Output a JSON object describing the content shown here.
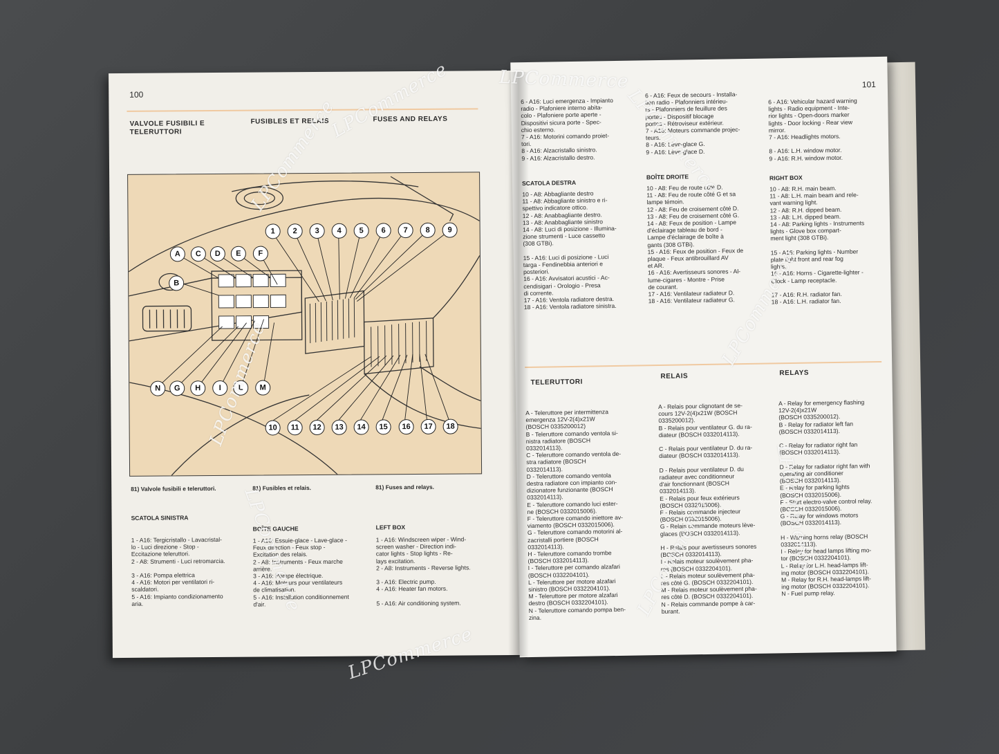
{
  "watermark": "LPCommerce",
  "left_page": {
    "page_number": "100",
    "headers": [
      "Valvole fusibili e teleruttori",
      "Fusibles et relais",
      "Fuses and relays"
    ],
    "figure": {
      "letters": [
        "A",
        "C",
        "D",
        "E",
        "F",
        "B",
        "N",
        "G",
        "H",
        "I",
        "L",
        "M"
      ],
      "numbers_top": [
        "1",
        "2",
        "3",
        "4",
        "5",
        "6",
        "7",
        "8",
        "9"
      ],
      "numbers_bottom": [
        "10",
        "11",
        "12",
        "13",
        "14",
        "15",
        "16",
        "17",
        "18"
      ]
    },
    "captions": [
      "81) Valvole fusibili e teleruttori.",
      "81) Fusibles et relais.",
      "81) Fuses and relays."
    ],
    "subheads": [
      "Scatola sinistra",
      "Boîte gauche",
      "Left box"
    ],
    "col_it": "1 - A16: Tergicristallo - Lavacristal-\n      lo - Luci direzione - Stop -\n      Eccitazione teleruttori.\n2 - A8: Strumenti - Luci retromarcia.\n\n3 - A16: Pompa elettrica\n4 - A16: Motori per ventilatori ri-\n      scaldatori.\n5 - A16: Impianto condizionamento\n      aria.",
    "col_fr": "1 - A16: Essuie-glace - Lave-glace -\n      Feux direction - Feux stop -\n      Excitation des relais.\n2 - A8: Instruments - Feux marche\n      arrière.\n3 - A16: Pompe électrique.\n4 - A16: Moteurs pour ventilateurs\n      de climatisation.\n5 - A16: Installation conditionnement\n      d'air.",
    "col_en": "1 - A16: Windscreen wiper - Wind-\n      screen washer - Direction indi-\n      cator lights - Stop lights - Re-\n      lays excitation.\n2 - A8: Instruments - Reverse lights.\n\n3 - A16: Electric pump.\n4 - A16: Heater fan motors.\n\n5 - A16: Air conditioning system."
  },
  "right_page": {
    "page_number": "101",
    "top_it": "6 - A16: Luci emergenza - Impianto\n      radio - Plafoniere interno abita-\n      colo - Plafoniere porte aperte -\n      Dispositivi sicura porte - Spec-\n      chio esterno.\n7 - A16: Motorini comando proiet-\n      tori.\n8 - A16: Alzacristallo sinistro.\n9 - A16: Alzacristallo destro.",
    "top_fr": "6 - A16: Feux de secours - Installa-\n      tion radio - Plafonniers intérieu-\n      rs - Plafonniers de feuillure des\n      portes - Dispositif blocage\n      portes - Rétroviseur extérieur.\n7 - A16: Moteurs commande projec-\n      teurs.\n8 - A16: Lève-glace G.\n9 - A16: Lève-glace D.",
    "top_en": "6 - A16: Vehicular hazard warning\n      lights - Radio equipment - Inte-\n      rior lights - Open-doors marker\n      lights - Door locking - Rear view\n      mirror.\n7 - A16: Headlights motors.\n\n8 - A16: L.H. window motor.\n9 - A16: R.H. window motor.",
    "subheads": [
      "Scatola destra",
      "Boîte droite",
      "Right box"
    ],
    "mid_it": "10 - A8: Abbagliante destro\n11 - A8: Abbagliante sinistro e ri-\n        spettivo indicatore ottico.\n12 - A8: Anabbagliante destro.\n13 - A8: Anabbagliante sinistro\n14 - A8: Luci di posizione - Illumina-\n        zione strumenti - Luce cassetto\n        (308 GTBi).\n\n15 - A16: Luci di posizione - Luci\n        targa - Fendinebbia anteriori e\n        posteriori.\n16 - A16: Avvisatori acustici - Ac-\n        cendisigari - Orologio - Presa\n        di corrente.\n17 - A16: Ventola radiatore destra.\n18 - A16: Ventola radiatore sinistra.",
    "mid_fr": "10 - A8: Feu de route côté D.\n11 - A8: Feu de route côté G et sa\n        lampe témoin.\n12 - A8: Feu de croisement côté D.\n13 - A8: Feu de croisement côté G.\n14 - A8: Feux de position - Lampe\n        d'éclairage tableau de bord -\n        Lampe d'éclairage de boîte à\n        gants (308 GTBi).\n15 - A16: Feux de position - Feux de\n        plaque - Feux antibrouillard AV\n        et AR.\n16 - A16: Avertisseurs sonores - Al-\n        lume-cigares - Montre - Prise\n        de courant.\n17 - A16: Ventilateur radiateur D.\n18 - A16: Ventilateur radiateur G.",
    "mid_en": "10 - A8: R.H. main beam.\n11 - A8: L.H. main beam and rele-\n        vant warning light.\n12 - A8: R.H. dipped beam.\n13 - A8: L.H. dipped beam.\n14 - A8: Parking lights - Instruments\n        lights - Glove box compart-\n        ment light (308 GTBi).\n\n15 - A16: Parking lights - Number\n        plate light front and rear fog\n        lights.\n16 - A16: Horns - Cigarette-lighter -\n        Clock - Lamp receptacle.\n\n17 - A16: R.H. radiator fan.\n18 - A16: L.H. radiator fan.",
    "headers2": [
      "Teleruttori",
      "Relais",
      "Relays"
    ],
    "rel_it": "A - Teleruttore per intermittenza\n      emergenza 12V-2(4)x21W\n      (BOSCH 0335200012)\nB - Teleruttore comando ventola si-\n      nistra radiatore (BOSCH\n      0332014113).\nC - Teleruttore comando ventola de-\n      stra radiatore (BOSCH\n      0332014113).\nD - Teleruttore comando ventola\n      destra radiatore con impianto con-\n      dizionatore funzionante (BOSCH\n      0332014113).\nE - Teleruttore comando luci ester-\n      ne (BOSCH 0332015006).\nF - Teleruttore comando iniettore av-\n      viamento (BOSCH 0332015006).\nG - Teleruttore comando motorini al-\n      zacristalli portiere (BOSCH\n      0332014113).\nH - Teleruttore comando trombe\n      (BOSCH 0332014113).\nI - Teleruttore per comando alzafari\n      (BOSCH 0332204101).\nL - Teleruttore per motore alzafari\n      sinistro (BOSCH 0332204101).\nM - Teleruttore per motore alzafari\n      destro (BOSCH 0332204101).\nN - Teleruttore comando pompa ben-\n      zina.",
    "rel_fr": "A - Relais pour clignotant de se-\n      cours 12V-2(4)x21W (BOSCH\n      0335200012).\nB - Relais pour ventilateur G. du ra-\n      diateur (BOSCH 0332014113).\n\nC - Relais pour ventilateur D. du ra-\n      diateur (BOSCH 0332014113).\n\nD - Relais pour ventilateur D. du\n      radiateur avec conditionneur\n      d'air fonctionnant (BOSCH\n      0332014113).\nE - Relais pour feux extérieurs\n      (BOSCH 0332015006).\nF - Relais commande injecteur\n      (BOSCH 0332015006).\nG - Relais commande moteurs lève-\n      glaces (BOSCH 0332014113).\n\nH - Relais pour avertisseurs sonores\n      (BOSCH 0332014113).\nI - Relais moteur soulèvement pha-\n      res (BOSCH 0332204101).\nL - Relais moteur soulèvement pha-\n      res côté G. (BOSCH 0332204101).\nM - Relais moteur soulèvement pha-\n      res côté D. (BOSCH 0332204101).\nN - Relais commande pompe à car-\n      burant.",
    "rel_en": "A - Relay for emergency flashing\n      12V-2(4)x21W\n      (BOSCH 0335200012).\nB - Relay for radiator left fan\n      (BOSCH 0332014113).\n\nC - Relay for radiator right fan\n      (BOSCH 0332014113).\n\nD - Relay for radiator right fan with\n      operating air conditioner\n      (BOSCH 0332014113).\nE - Relay for parking lights\n      (BOSCH 0332015006).\nF - Start electro-valve control relay.\n      (BOSCH 0332015006).\nG - Relay for windows motors\n      (BOSCH 0332014113).\n\nH - Warning horns relay (BOSCH\n      0332014113).\nI - Relay for head lamps lifting mo-\n      tor (BOSCH 0332204101).\nL - Relay for L.H. head-lamps lift-\n      ing motor (BOSCH 0332204101).\nM - Relay for R.H. head-lamps lift-\n      ing motor (BOSCH 0332204101).\nN - Fuel pump relay."
  }
}
